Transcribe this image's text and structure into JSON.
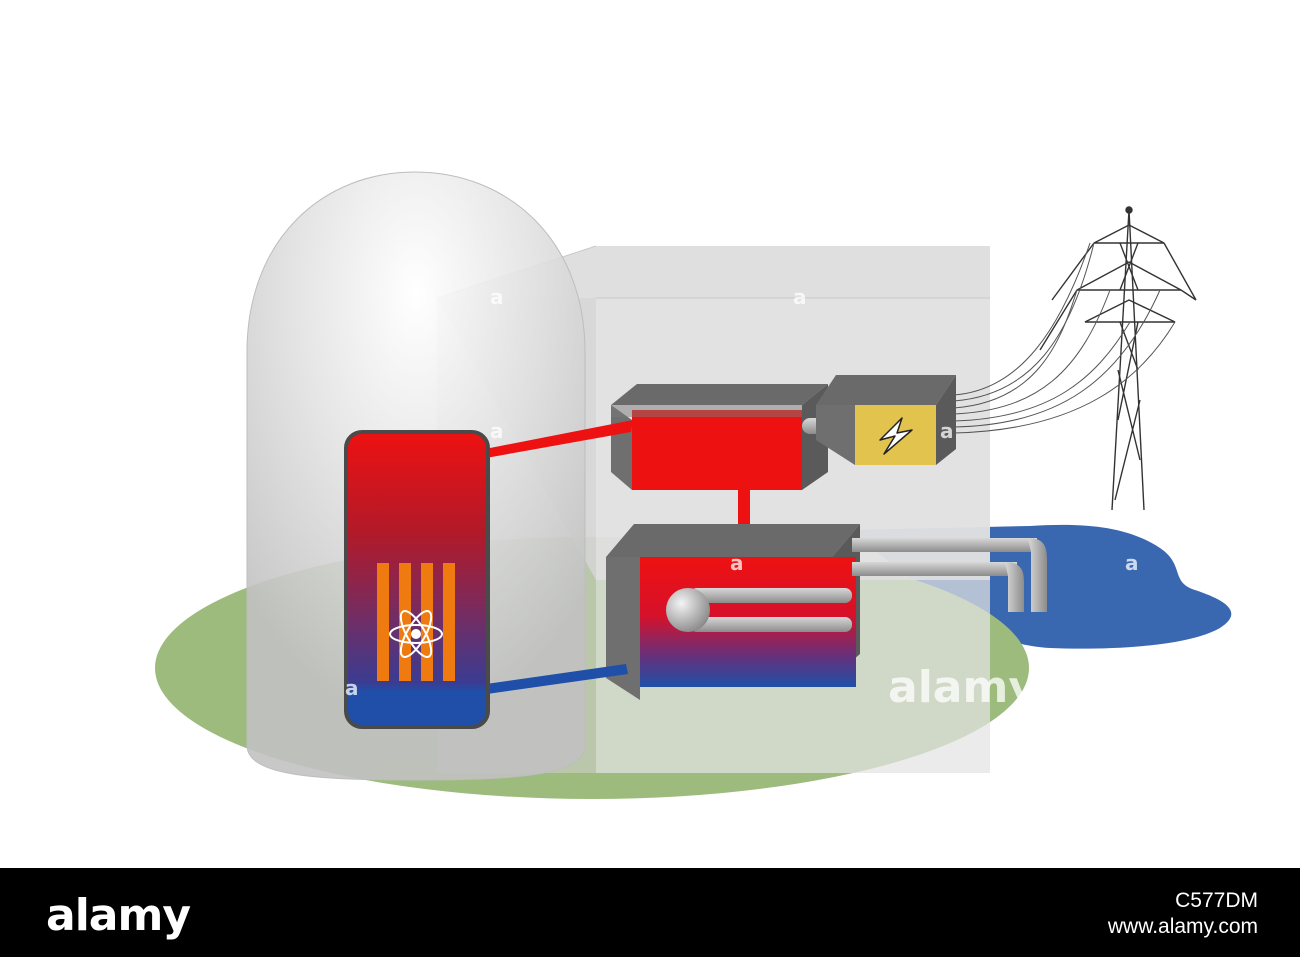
{
  "colors": {
    "ground": "#9dbb7d",
    "water": "#3a68b0",
    "dome": "#cfcfcf",
    "building": "#e0e0e0",
    "hot": "#ee1111",
    "cold": "#1f4fa8",
    "generator": "#e2c34e",
    "box_side": "#6e6e6e",
    "fuel_rods": "#ee7a10",
    "pipe_grey": "#a9a9a9"
  },
  "icons": [
    "atom-symbol",
    "lightning-bolt",
    "transmission-tower"
  ],
  "watermark": {
    "center": "alamy",
    "small": "a"
  },
  "footer": {
    "logo": "alamy",
    "image_id": "C577DM",
    "site": "www.alamy.com"
  }
}
